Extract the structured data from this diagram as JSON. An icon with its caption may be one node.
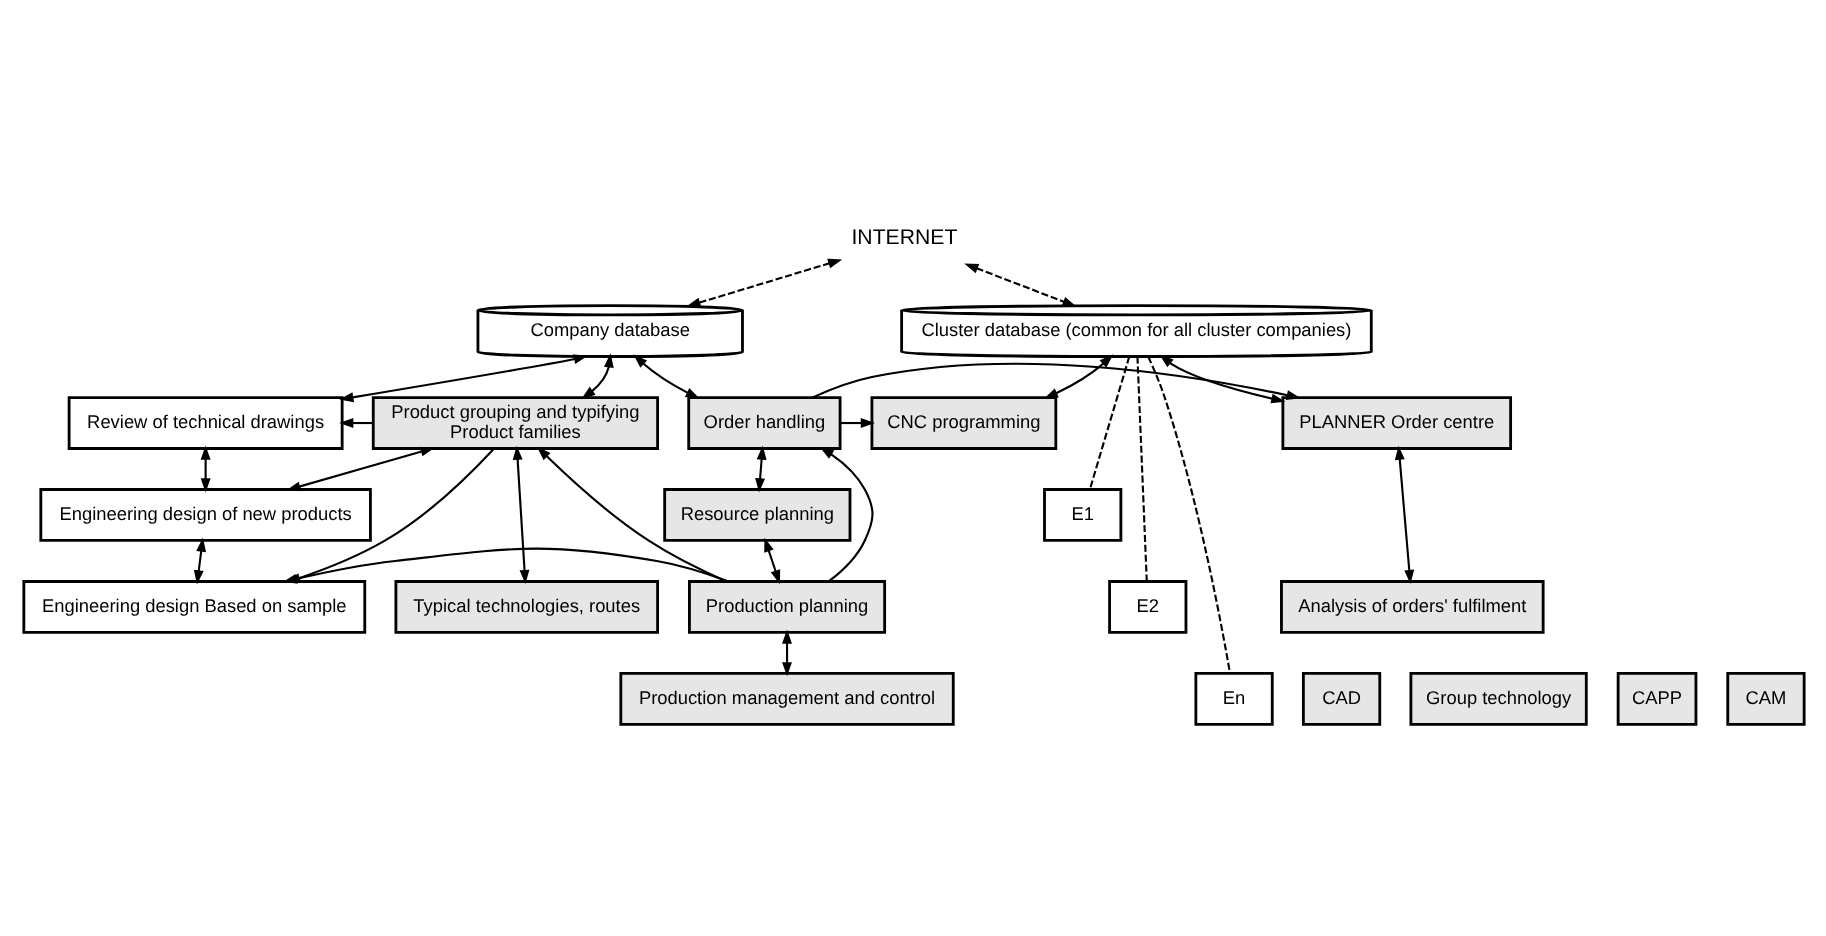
{
  "diagram": {
    "nodes": [
      {
        "text": [
          "INTERNET"
        ]
      },
      {
        "text": [
          "Company database"
        ]
      },
      {
        "text": [
          "Cluster database (common for all cluster companies)"
        ]
      },
      {
        "text": [
          "Review of technical drawings"
        ]
      },
      {
        "text": [
          "Engineering design of new products"
        ]
      },
      {
        "text": [
          "Engineering design Based on sample"
        ]
      },
      {
        "text": [
          "Product grouping and typifying",
          "Product families"
        ]
      },
      {
        "text": [
          "Typical technologies, routes"
        ]
      },
      {
        "text": [
          "Order handling"
        ]
      },
      {
        "text": [
          "Resource planning"
        ]
      },
      {
        "text": [
          "Production planning"
        ]
      },
      {
        "text": [
          "Production management and control"
        ]
      },
      {
        "text": [
          "CNC programming"
        ]
      },
      {
        "text": [
          "PLANNER Order centre"
        ]
      },
      {
        "text": [
          "Analysis of orders' fulfilment"
        ]
      },
      {
        "text": [
          "CAD"
        ]
      },
      {
        "text": [
          "Group technology"
        ]
      },
      {
        "text": [
          "CAPP"
        ]
      },
      {
        "text": [
          "CAM"
        ]
      },
      {
        "text": [
          "E1"
        ]
      },
      {
        "text": [
          "E2"
        ]
      },
      {
        "text": [
          "En"
        ]
      }
    ],
    "edges": [
      {
        "from": 1,
        "to": 0,
        "arrow": "both",
        "style": "dashed"
      },
      {
        "from": 2,
        "to": 0,
        "arrow": "both",
        "style": "dashed"
      },
      {
        "from": 1,
        "to": 3,
        "arrow": "both"
      },
      {
        "from": 1,
        "to": 6,
        "arrow": "both"
      },
      {
        "from": 1,
        "to": 8,
        "arrow": "both"
      },
      {
        "from": 2,
        "to": 12,
        "arrow": "both"
      },
      {
        "from": 2,
        "to": 13,
        "arrow": "both"
      },
      {
        "from": 8,
        "to": 12,
        "arrow": "to"
      },
      {
        "from": 8,
        "to": 13,
        "arrow": "to"
      },
      {
        "from": 3,
        "to": 4,
        "arrow": "both"
      },
      {
        "from": 4,
        "to": 5,
        "arrow": "both"
      },
      {
        "from": 6,
        "to": 3,
        "arrow": "to"
      },
      {
        "from": 4,
        "to": 6,
        "arrow": "both"
      },
      {
        "from": 6,
        "to": 5,
        "arrow": "to"
      },
      {
        "from": 6,
        "to": 7,
        "arrow": "both"
      },
      {
        "from": 10,
        "to": 6,
        "arrow": "to"
      },
      {
        "from": 10,
        "to": 8,
        "arrow": "to"
      },
      {
        "from": 10,
        "to": 5,
        "arrow": "to"
      },
      {
        "from": 8,
        "to": 9,
        "arrow": "both"
      },
      {
        "from": 9,
        "to": 10,
        "arrow": "both"
      },
      {
        "from": 10,
        "to": 11,
        "arrow": "both"
      },
      {
        "from": 13,
        "to": 14,
        "arrow": "both"
      },
      {
        "from": 2,
        "to": 19,
        "arrow": "none",
        "style": "dashed"
      },
      {
        "from": 2,
        "to": 20,
        "arrow": "none",
        "style": "dashed"
      },
      {
        "from": 2,
        "to": 21,
        "arrow": "none",
        "style": "dashed"
      }
    ]
  }
}
